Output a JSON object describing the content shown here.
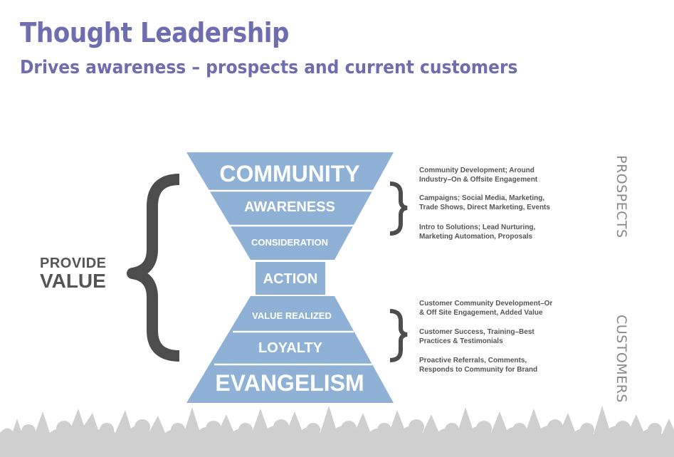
{
  "header": {
    "title": "Thought Leadership",
    "subtitle": "Drives awareness – prospects and current customers"
  },
  "colors": {
    "title": "#6e6db0",
    "funnel_fill": "#8fb1d6",
    "funnel_divider": "#ffffff",
    "brace": "#4d4d4d",
    "text_gray": "#555555",
    "side_label": "#888888",
    "crowd": "#cfcfcf"
  },
  "funnel": {
    "top_stages": [
      {
        "label": "COMMUNITY"
      },
      {
        "label": "AWARENESS"
      },
      {
        "label": "CONSIDERATION"
      }
    ],
    "middle_stage": {
      "label": "ACTION"
    },
    "bottom_stages": [
      {
        "label": "VALUE REALIZED"
      },
      {
        "label": "LOYALTY"
      },
      {
        "label": "EVANGELISM"
      }
    ]
  },
  "left_label": {
    "line1": "PROVIDE",
    "line2": "VALUE"
  },
  "prospects": {
    "side_label": "PROSPECTS",
    "descriptions": [
      {
        "line1": "Community Development; Around",
        "line2": "Industry–On & Offsite Engagement"
      },
      {
        "line1": "Campaigns; Social Media, Marketing,",
        "line2": "Trade Shows, Direct Marketing, Events"
      },
      {
        "line1": "Intro to Solutions; Lead Nurturing,",
        "line2": "Marketing Automation, Proposals"
      }
    ]
  },
  "customers": {
    "side_label": "CUSTOMERS",
    "descriptions": [
      {
        "line1": "Customer Community Development–Or",
        "line2": "& Off Site Engagement, Added Value"
      },
      {
        "line1": "Customer Success, Training–Best",
        "line2": "Practices & Testimonials"
      },
      {
        "line1": "Proactive Referrals, Comments,",
        "line2": "Responds to Community for Brand"
      }
    ]
  },
  "icons": {
    "left_brace": "large-left-curly-brace",
    "right_brace_prospects": "right-curly-brace",
    "right_brace_customers": "right-curly-brace",
    "background": "cheering-crowd-silhouette"
  }
}
